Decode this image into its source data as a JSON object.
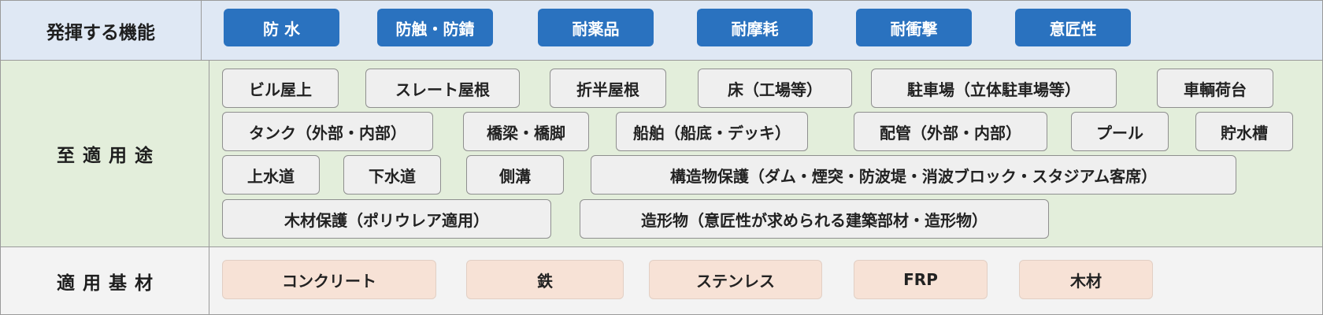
{
  "functions": {
    "header": "発揮する機能",
    "items": [
      "防 水",
      "防触・防錆",
      "耐薬品",
      "耐摩耗",
      "耐衝撃",
      "意匠性"
    ]
  },
  "applications": {
    "header": "至適用途",
    "items": [
      "ビル屋上",
      "スレート屋根",
      "折半屋根",
      "床（工場等）",
      "駐車場（立体駐車場等）",
      "車輌荷台",
      "タンク（外部・内部）",
      "橋梁・橋脚",
      "船舶（船底・デッキ）",
      "配管（外部・内部）",
      "プール",
      "貯水槽",
      "上水道",
      "下水道",
      "側溝",
      "構造物保護（ダム・煙突・防波堤・消波ブロック・スタジアム客席）",
      "木材保護（ポリウレア適用）",
      "造形物（意匠性が求められる建築部材・造形物）"
    ]
  },
  "substrates": {
    "header": "適用基材",
    "items": [
      "コンクリート",
      "鉄",
      "ステンレス",
      "FRP",
      "木材"
    ]
  },
  "colors": {
    "function_tag": "#2a72bf",
    "functions_row": "#dfe8f4",
    "applications_row": "#e3eedb",
    "substrate_tag": "#f7e2d6"
  }
}
